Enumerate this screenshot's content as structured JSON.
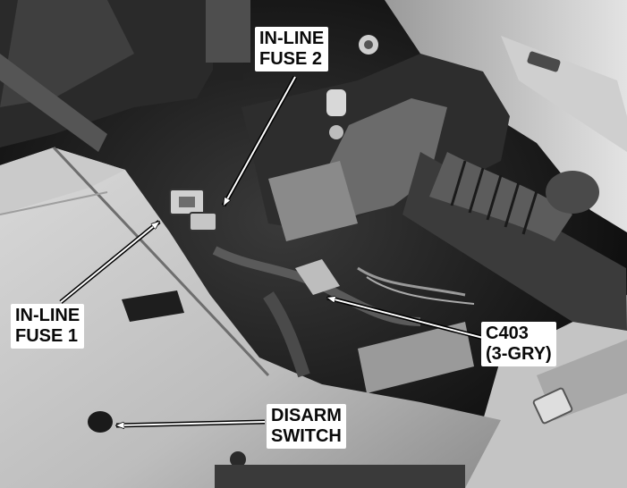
{
  "callouts": {
    "inline_fuse_2": {
      "line1": "IN-LINE",
      "line2": "FUSE 2"
    },
    "inline_fuse_1": {
      "line1": "IN-LINE",
      "line2": "FUSE 1"
    },
    "c403": {
      "line1": "C403",
      "line2": "(3-GRY)"
    },
    "disarm_switch": {
      "line1": "DISARM",
      "line2": "SWITCH"
    }
  }
}
